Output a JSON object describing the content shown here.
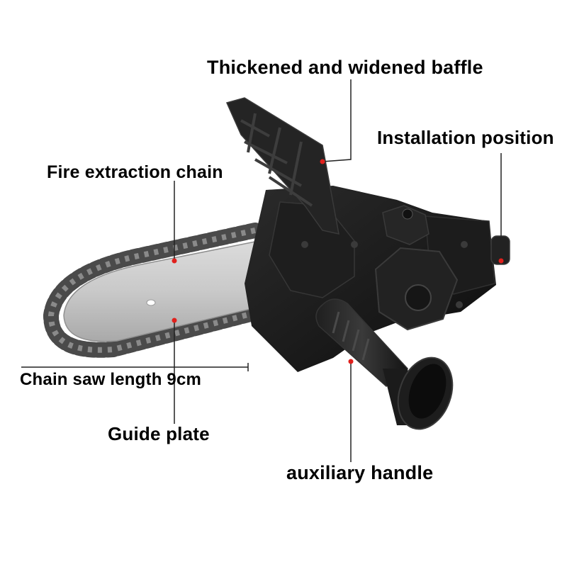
{
  "callouts": {
    "baffle": "Thickened and widened baffle",
    "installation": "Installation position",
    "chain": "Fire extraction chain",
    "length": "Chain saw length 9cm",
    "guide": "Guide plate",
    "handle": "auxiliary handle"
  },
  "colors": {
    "background": "#ffffff",
    "leader_line": "#222222",
    "marker_dot": "#e0201c",
    "tool_body": "#1a1a1a",
    "guide_bar": "#c8c8c8",
    "chain": "#555555"
  }
}
